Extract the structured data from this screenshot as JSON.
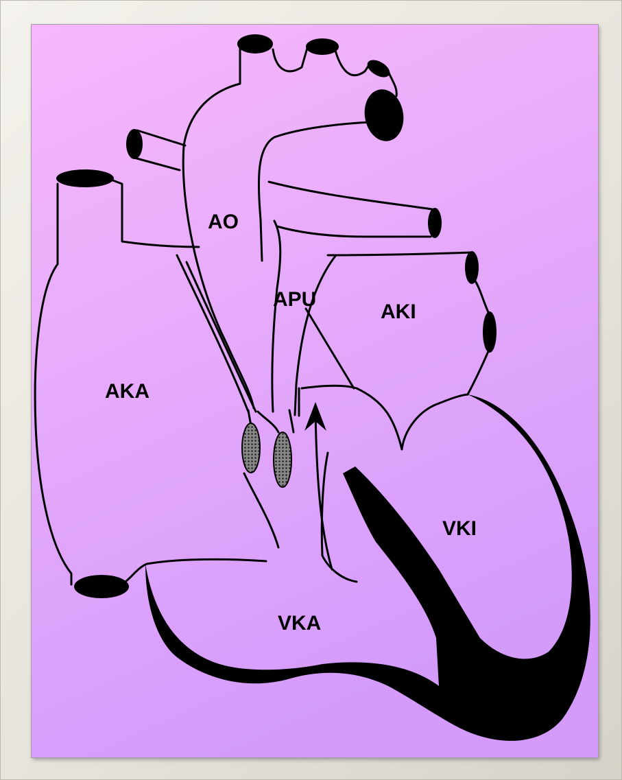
{
  "labels": {
    "ao": "AO",
    "apu": "APU",
    "aki": "AKI",
    "aka": "AKA",
    "vki": "VKI",
    "vka": "VKA"
  },
  "colors": {
    "background_top": "#f6b6fb",
    "background_bottom": "#d69cfb",
    "ink": "#000000",
    "frame": "#ebe8e1"
  }
}
